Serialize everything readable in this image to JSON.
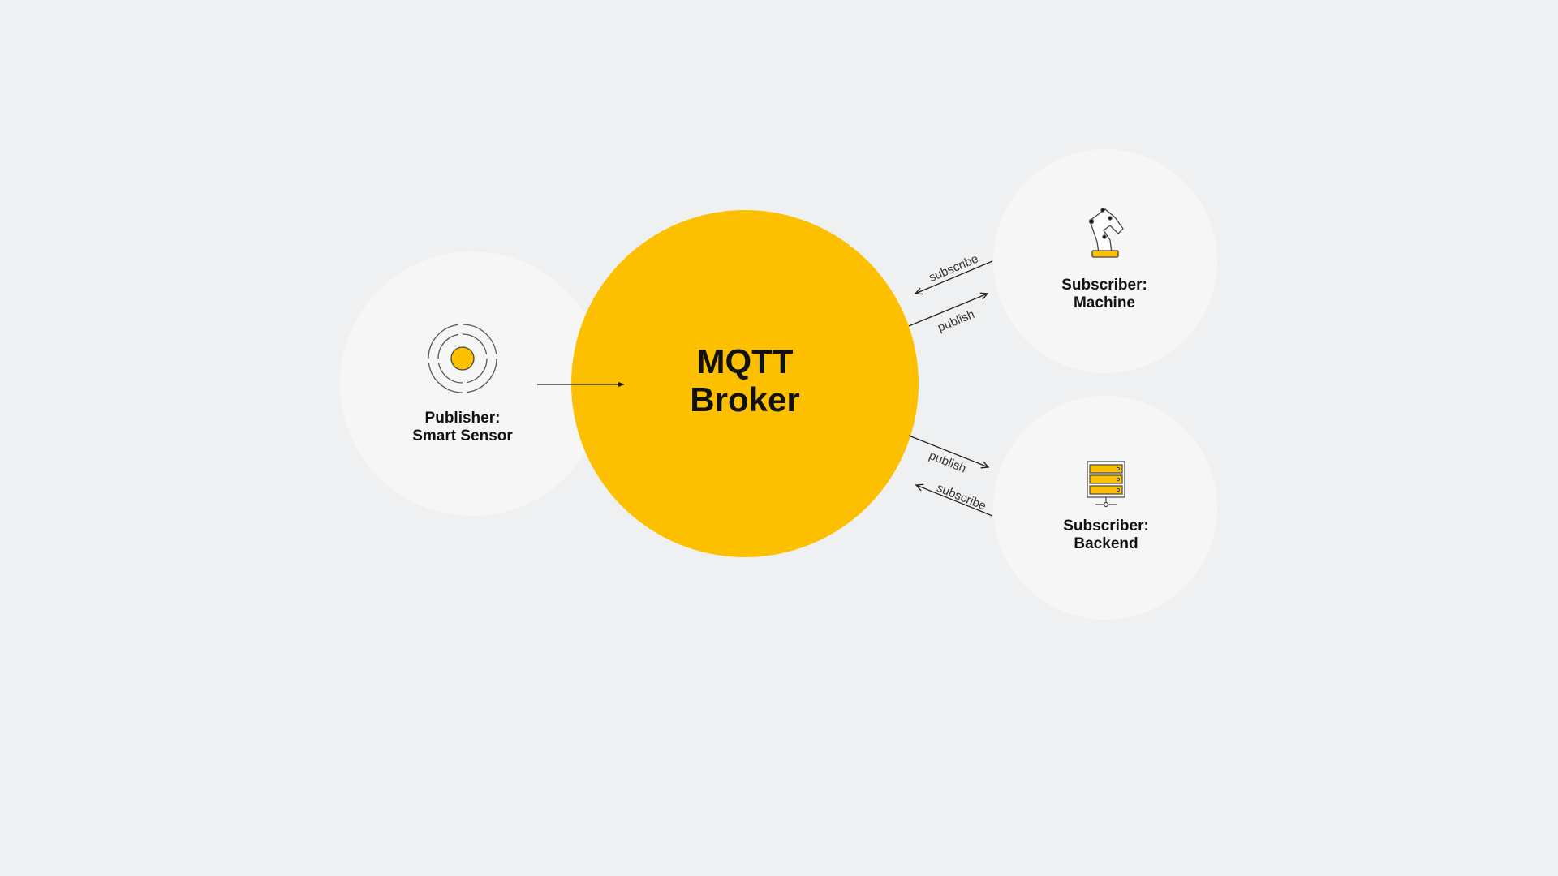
{
  "colors": {
    "background": "#eff0f1",
    "node": "#f6f6f6",
    "accent": "#fdc000",
    "text": "#111111"
  },
  "broker": {
    "line1": "MQTT",
    "line2": "Broker"
  },
  "publisher": {
    "line1": "Publisher:",
    "line2": "Smart Sensor",
    "icon": "sensor-icon"
  },
  "machine": {
    "line1": "Subscriber:",
    "line2": "Machine",
    "icon": "robot-arm-icon"
  },
  "backend": {
    "line1": "Subscriber:",
    "line2": "Backend",
    "icon": "server-icon"
  },
  "edges": {
    "machine_subscribe": "subscribe",
    "machine_publish": "publish",
    "backend_publish": "publish",
    "backend_subscribe": "subscribe"
  }
}
